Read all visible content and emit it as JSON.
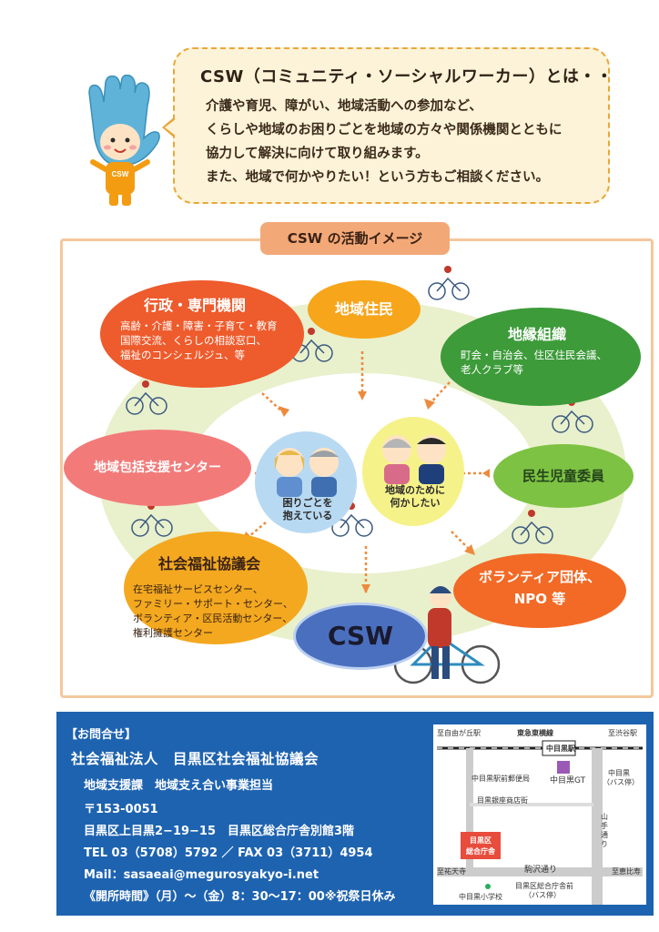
{
  "header": {
    "mascot_label": "CSW",
    "title": "CSW（コミュニティ・ソーシャルワーカー）とは・・",
    "body": [
      "介護や育児、障がい、地域活動への参加など、",
      "くらしや地域のお困りごとを地域の方々や関係機関とともに",
      "協力して解決に向けて取り組みます。",
      "また、地域で何かやりたい！という方もご相談ください。"
    ]
  },
  "diagram": {
    "title": "CSW の活動イメージ",
    "nodes": {
      "gyosei": {
        "title": "行政・専門機関",
        "lines": [
          "高齢・介護・障害・子育て・教育",
          "国際交流、くらしの相談窓口、",
          "福祉のコンシェルジュ、等"
        ]
      },
      "jumin": {
        "title": "地域住民"
      },
      "chien": {
        "title": "地縁組織",
        "lines": [
          "町会・自治会、住区住民会議、",
          "老人クラブ等"
        ]
      },
      "houkatsu": {
        "title": "地域包括支援センター"
      },
      "minsei": {
        "title": "民生児童委員"
      },
      "kyogikai": {
        "title": "社会福祉協議会",
        "lines": [
          "在宅福祉サービスセンター、",
          "ファミリー・サポート・センター、",
          "ボランティア・区民活動センター、",
          "権利擁護センター"
        ]
      },
      "volunteer": {
        "title_lines": [
          "ボランティア団体、",
          "NPO 等"
        ]
      },
      "csw": {
        "title": "CSW"
      }
    },
    "center": {
      "left_lines": [
        "困りごとを",
        "抱えている"
      ],
      "right_lines": [
        "地域のために",
        "何かしたい"
      ]
    },
    "colors": {
      "ring": "#e6efc8",
      "arrow": "#ee8a3c"
    }
  },
  "contact": {
    "heading": "【お問合せ】",
    "org": "社会福祉法人　目黒区社会福祉協議会",
    "dept": "地域支援課　地域支え合い事業担当",
    "postal": "〒153-0051",
    "address": "目黒区上目黒2−19−15　目黒区総合庁舎別館3階",
    "tel": "TEL 03（5708）5792 ／ FAX 03（3711）4954",
    "mail": "Mail：sasaeai@megurosyakyo-i.net",
    "hours": "《開所時間》（月）〜（金）8：30〜17：00※祝祭日休み"
  },
  "map": {
    "labels": {
      "to_yutenji_top": "至自由が丘駅",
      "line": "東急東横線",
      "to_shibuya": "至渋谷駅",
      "station": "中目黒駅",
      "gt": "中目黒GT",
      "post_office": "中目黒駅前郵便局",
      "bus_stop_top": "中目黒",
      "bus_stop_top2": "（バス停）",
      "shopping": "目黒銀座商店街",
      "yamate_line1": "山",
      "yamate_line2": "手",
      "yamate_line3": "通",
      "yamate_line4": "り",
      "office": "目黒区",
      "office2": "総合庁舎",
      "komazawa": "駒沢通り",
      "to_yutenji": "至祐天寺",
      "to_ebisu": "至恵比寿",
      "school": "中目黒小学校",
      "bus_stop_bottom": "目黒区総合庁舎前",
      "bus_stop_bottom2": "（バス停）"
    }
  }
}
